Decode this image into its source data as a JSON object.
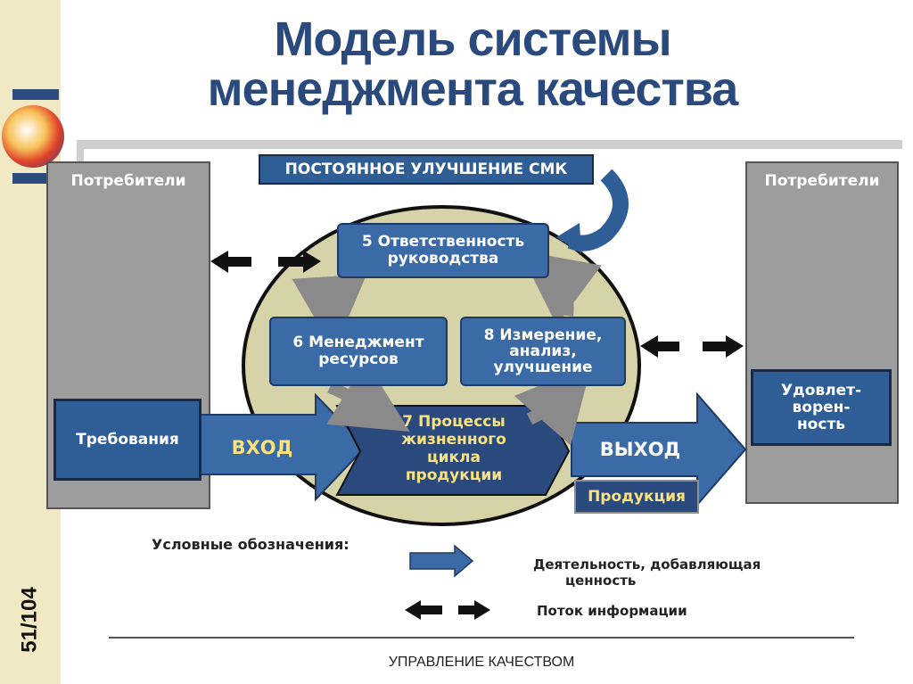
{
  "title": {
    "line1": "Модель системы",
    "line2": "менеджмента качества"
  },
  "slide_number": "51/104",
  "consumers": {
    "left_label": "Потребители",
    "right_label": "Потребители"
  },
  "improvement_label": "ПОСТОЯННОЕ УЛУЧШЕНИЕ СМК",
  "processes": {
    "p5": {
      "line1": "5 Ответственность",
      "line2": "руководства"
    },
    "p6": {
      "line1": "6 Менеджмент",
      "line2": "ресурсов"
    },
    "p7": {
      "line1": "7 Процессы",
      "line2": "жизненного",
      "line3": "цикла",
      "line4": "продукции"
    },
    "p8": {
      "line1": "8 Измерение,",
      "line2": "анализ,",
      "line3": "улучшение"
    }
  },
  "requirements_label": "Требования",
  "input_label": "ВХОД",
  "output_label": "ВЫХОД",
  "product_label": "Продукция",
  "satisfaction": {
    "line1": "Удовлет-",
    "line2": "ворен-",
    "line3": "ность"
  },
  "legend": {
    "title": "Условные обозначения:",
    "activity_line1": "Деятельность, добавляющая",
    "activity_line2": "ценность",
    "info_flow": "Поток информации"
  },
  "footer": "УПРАВЛЕНИЕ КАЧЕСТВОМ",
  "colors": {
    "accent_blue": "#2f5e96",
    "title_blue": "#2a4a7e",
    "consumer_gray": "#9d9d9d",
    "ellipse_fill": "#d6d3a8",
    "p7_fill": "#2a4a7e",
    "p7_text": "#fbe27a",
    "strip": "#f1e9c4"
  }
}
